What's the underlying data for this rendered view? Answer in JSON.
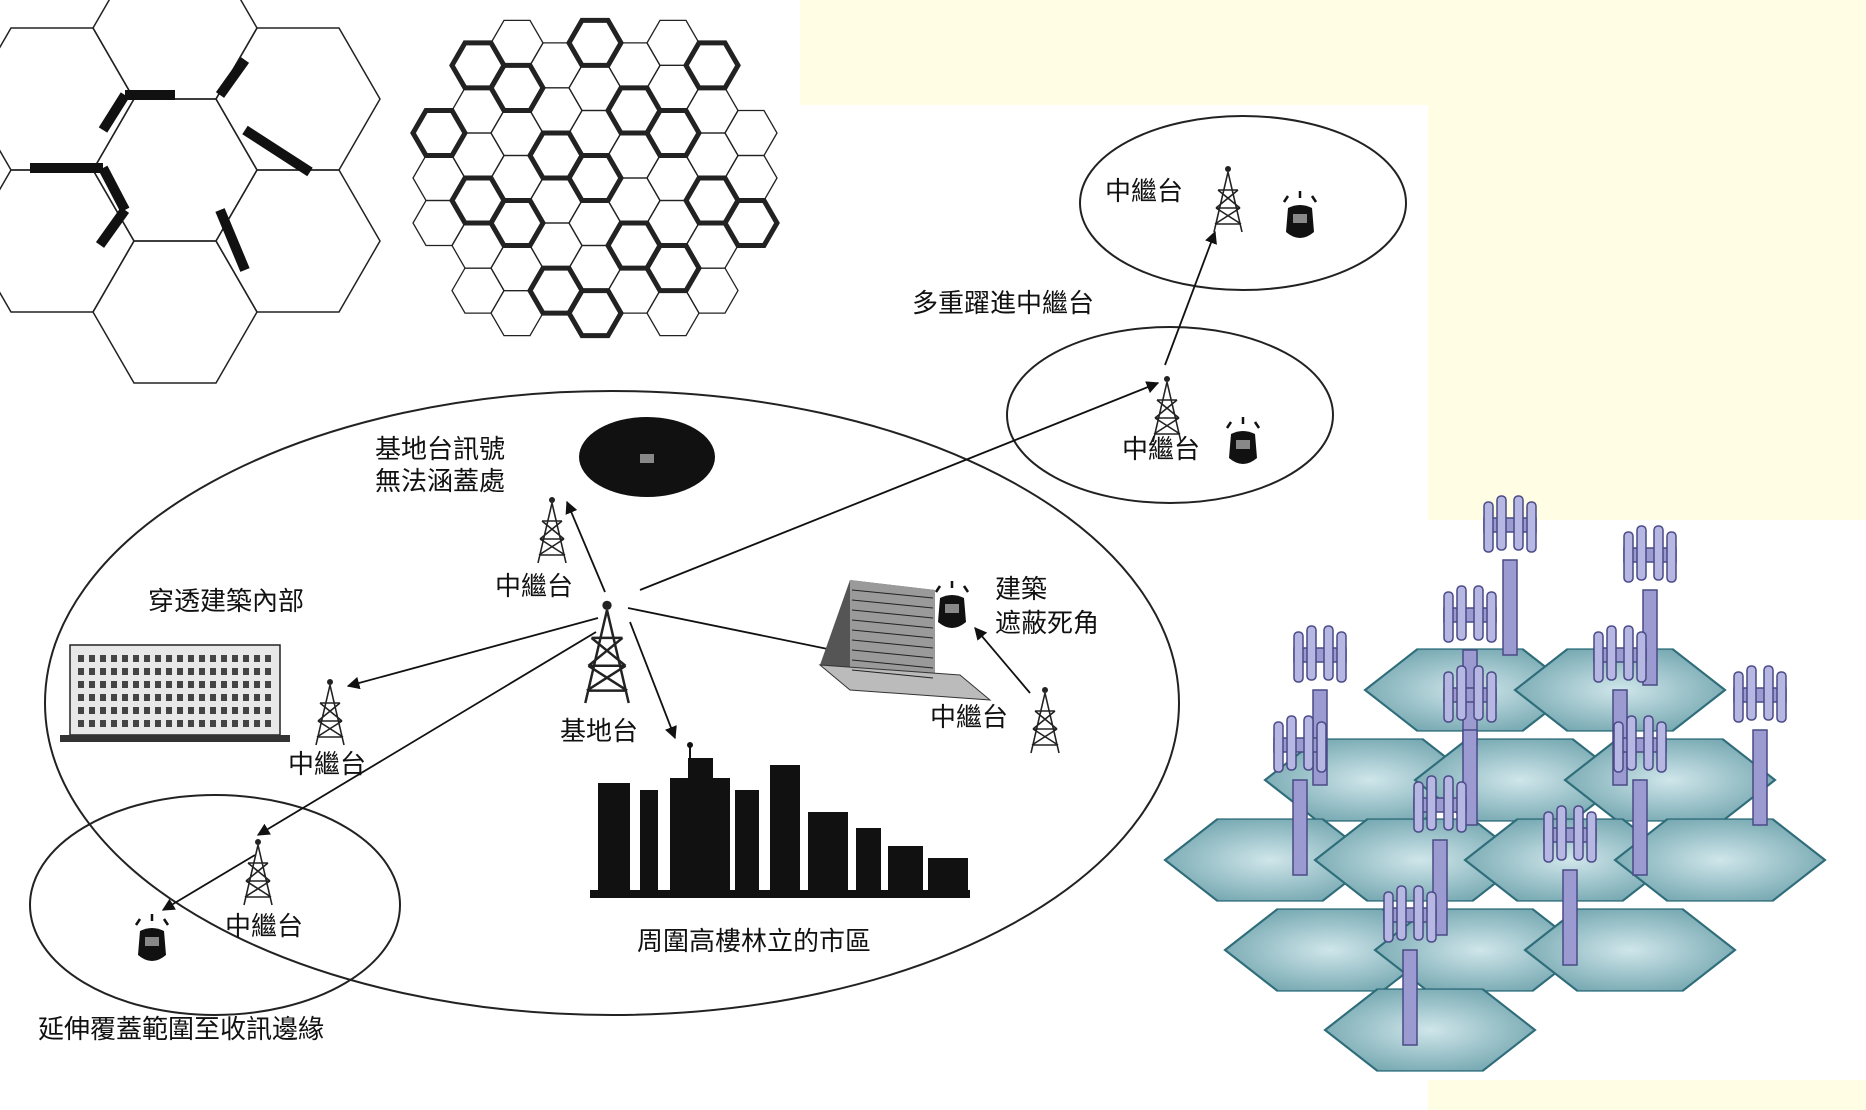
{
  "labels": {
    "top_right_relay": "中繼台",
    "multi_hop": "多重躍進中繼台",
    "mid_right_relay": "中繼台",
    "no_coverage_1": "基地台訊號",
    "no_coverage_2": "無法涵蓋處",
    "upper_relay": "中繼台",
    "penetrate": "穿透建築內部",
    "shield_1": "建築",
    "shield_2": "遮蔽死角",
    "base_station": "基地台",
    "right_relay": "中繼台",
    "left_relay": "中繼台",
    "bottom_relay": "中繼台",
    "city": "周圍高樓林立的市區",
    "extend": "延伸覆蓋範圍至收訊邊緣"
  },
  "colors": {
    "background": "#fffde3",
    "cell_fill": "#8fbcc4",
    "cell_edge": "#2f6d7a",
    "tower": "#8f8fcc"
  }
}
